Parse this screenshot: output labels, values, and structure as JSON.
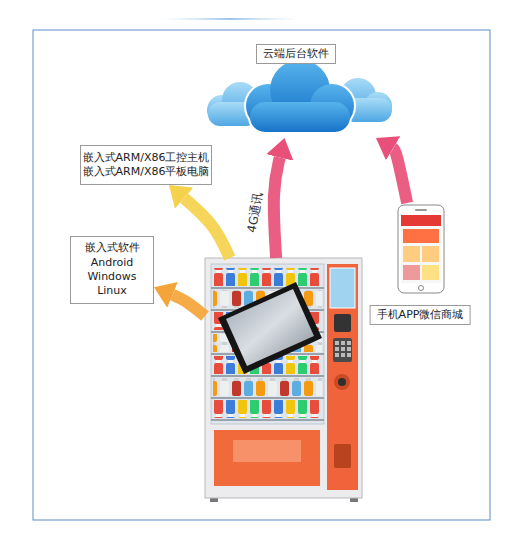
{
  "diagram": {
    "nodes": [
      {
        "text": [
          "云端后台软件"
        ]
      },
      {
        "text": [
          "嵌入式ARM/X86工控主机",
          "嵌入式ARM/X86平板电脑"
        ]
      },
      {
        "text": [
          "嵌入式软件",
          "Android",
          "Windows",
          "Linux"
        ]
      },
      {
        "text": []
      },
      {
        "text": [
          "手机APP微信商城"
        ]
      }
    ],
    "edges": [
      {
        "from": 3,
        "to": 0,
        "arrow": "to",
        "label": "4G通讯"
      },
      {
        "from": 4,
        "to": 0,
        "arrow": "to"
      },
      {
        "from": 3,
        "to": 1,
        "arrow": "to"
      },
      {
        "from": 3,
        "to": 2,
        "arrow": "to"
      }
    ]
  }
}
